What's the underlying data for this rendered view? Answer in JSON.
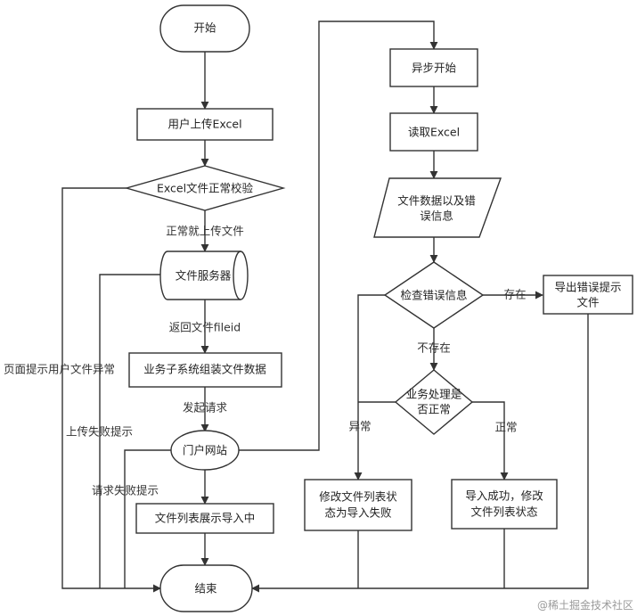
{
  "nodes": {
    "start": "开始",
    "upload": "用户上传Excel",
    "validate": "Excel文件正常校验",
    "file_server": "文件服务器",
    "assemble": "业务子系统组装文件数据",
    "portal": "门户网站",
    "list_importing": "文件列表展示导入中",
    "end": "结束",
    "async_start": "异步开始",
    "read_excel": "读取Excel",
    "file_data": [
      "文件数据以及错",
      "误信息"
    ],
    "check_error": "检查错误信息",
    "export_error": [
      "导出错误提示",
      "文件"
    ],
    "biz_ok": [
      "业务处理是",
      "否正常"
    ],
    "set_failed": [
      "修改文件列表状",
      "态为导入失败"
    ],
    "import_success": [
      "导入成功，修改",
      "文件列表状态"
    ]
  },
  "edges": {
    "normal_upload": "正常就上传文件",
    "return_fileid": "返回文件fileid",
    "request": "发起请求",
    "page_error": "页面提示用户文件异常",
    "upload_fail": "上传失败提示",
    "request_fail": "请求失败提示",
    "exists": "存在",
    "not_exists": "不存在",
    "abnormal": "异常",
    "normal": "正常"
  },
  "watermark": "@稀土掘金技术社区"
}
